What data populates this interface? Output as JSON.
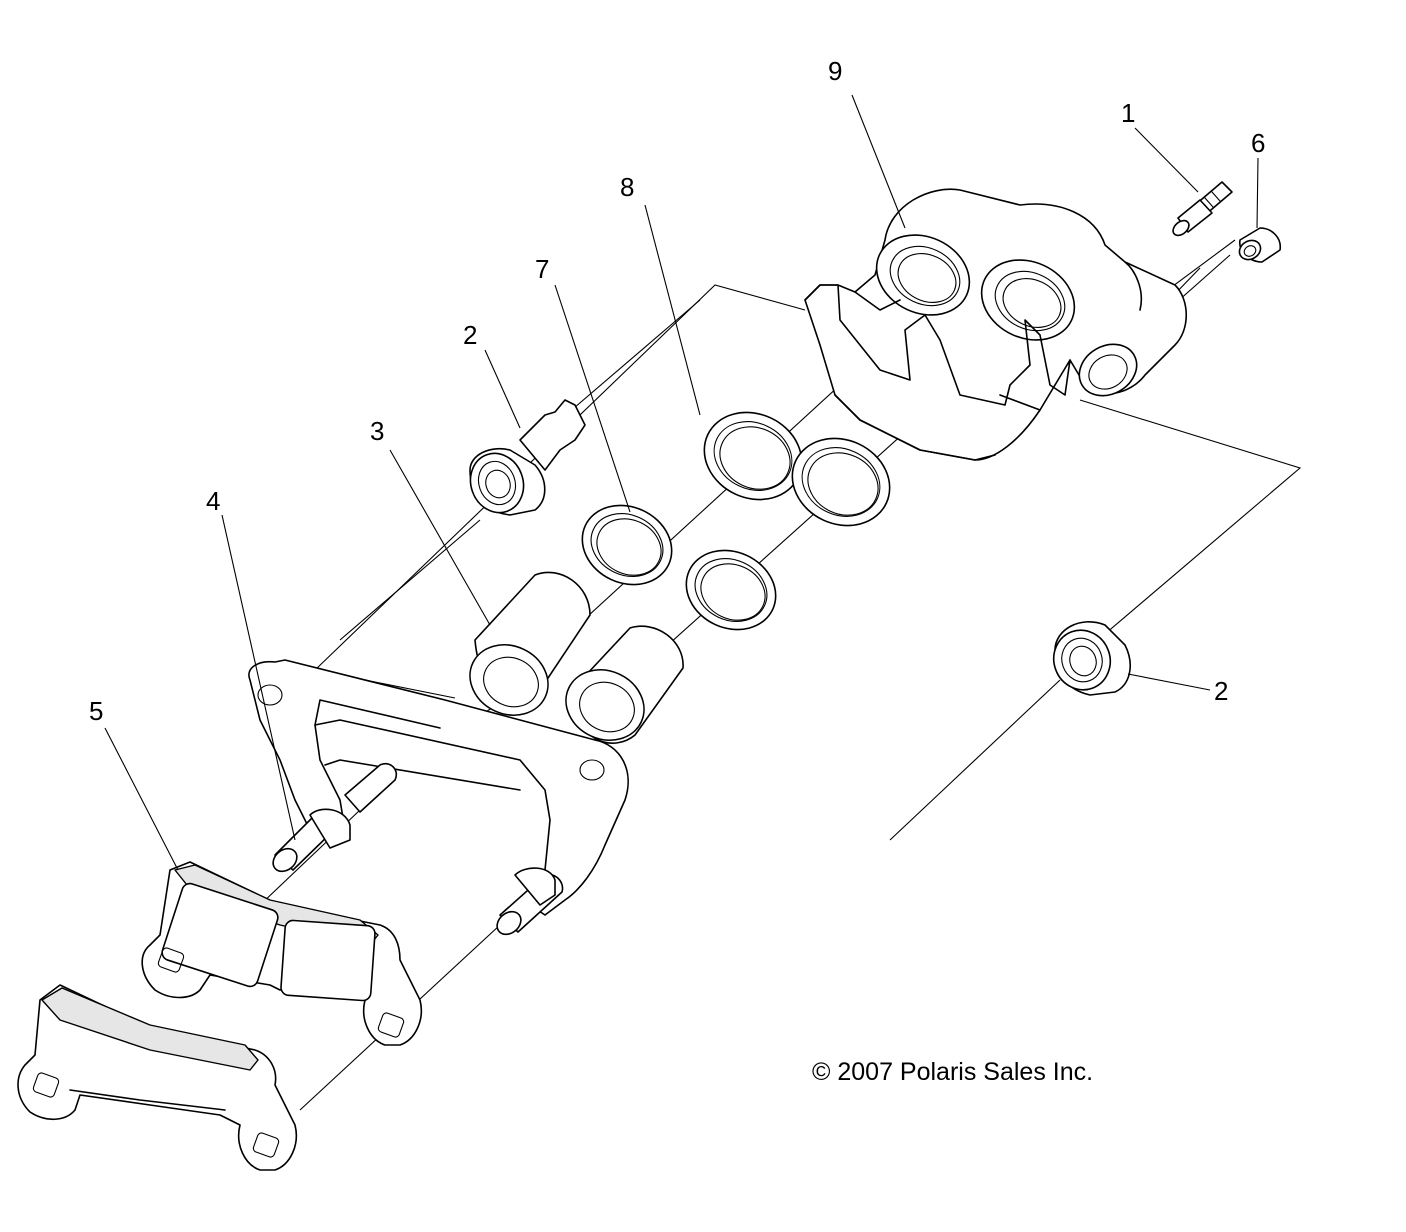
{
  "callouts": [
    {
      "id": "c1",
      "label": "1"
    },
    {
      "id": "c2a",
      "label": "2"
    },
    {
      "id": "c2b",
      "label": "2"
    },
    {
      "id": "c3",
      "label": "3"
    },
    {
      "id": "c4",
      "label": "4"
    },
    {
      "id": "c5",
      "label": "5"
    },
    {
      "id": "c6",
      "label": "6"
    },
    {
      "id": "c7",
      "label": "7"
    },
    {
      "id": "c8",
      "label": "8"
    },
    {
      "id": "c9",
      "label": "9"
    }
  ],
  "copyright": "© 2007 Polaris Sales Inc."
}
